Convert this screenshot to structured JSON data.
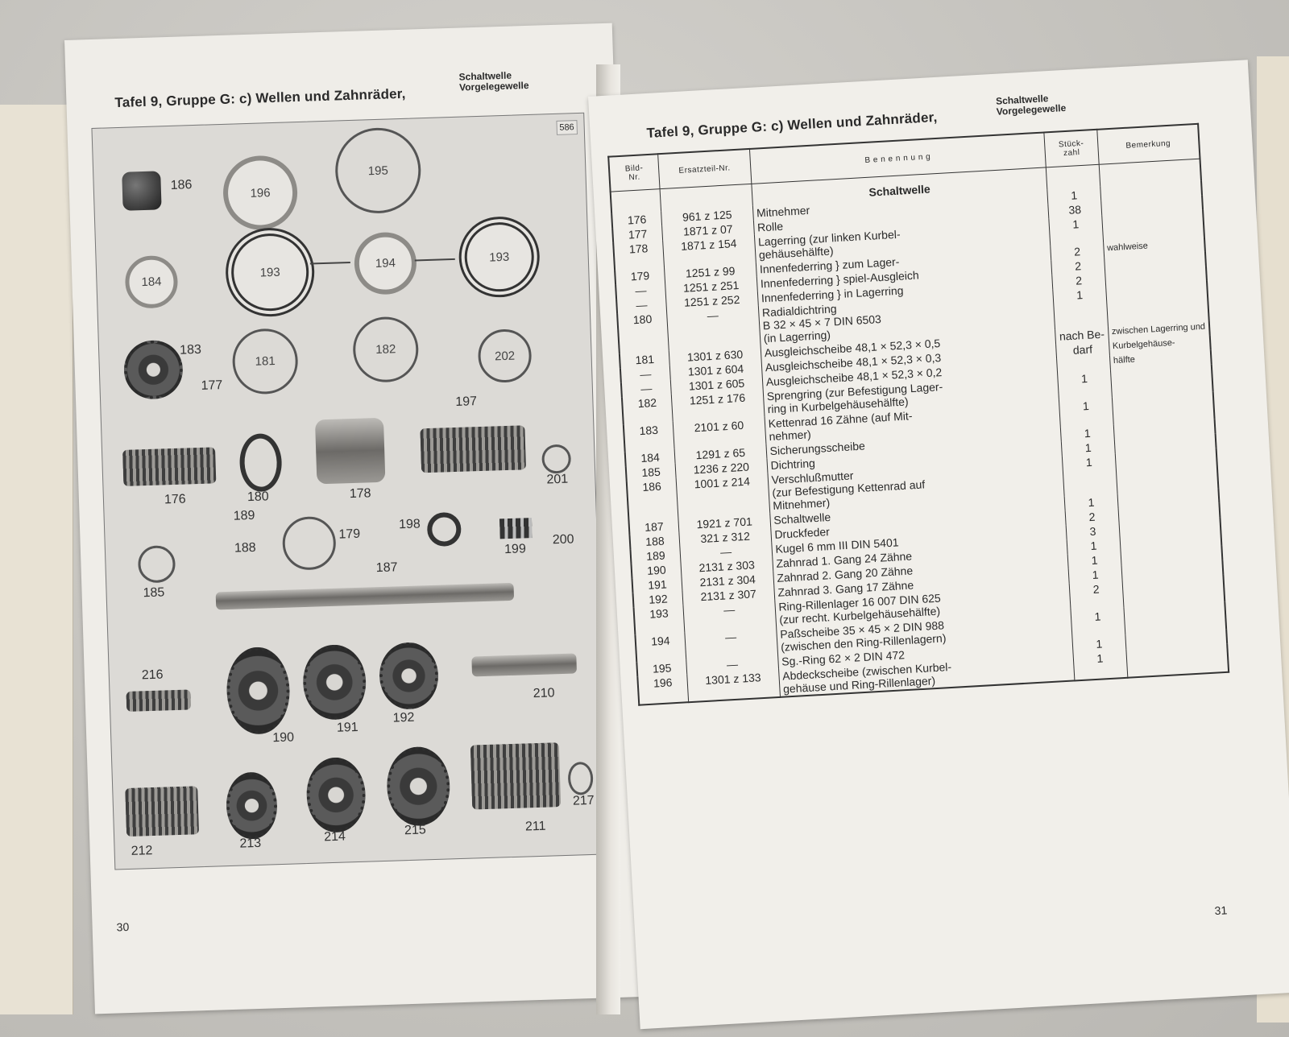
{
  "left_page": {
    "title": "Tafel 9, Gruppe G: c) Wellen und Zahnräder,",
    "subtitle_1": "Schaltwelle",
    "subtitle_2": "Vorgelegewelle",
    "plate_code": "586",
    "page_number": "30",
    "figure_labels": [
      "186",
      "196",
      "195",
      "184",
      "193",
      "194",
      "193",
      "183",
      "177",
      "181",
      "182",
      "202",
      "197",
      "176",
      "180",
      "178",
      "201",
      "189",
      "188",
      "179",
      "198",
      "199",
      "200",
      "185",
      "187",
      "216",
      "190",
      "191",
      "192",
      "210",
      "212",
      "213",
      "214",
      "215",
      "211",
      "217"
    ]
  },
  "right_page": {
    "title": "Tafel 9, Gruppe G: c) Wellen und Zahnräder,",
    "subtitle_1": "Schaltwelle",
    "subtitle_2": "Vorgelegewelle",
    "page_number": "31",
    "headers": {
      "bild": "Bild-\nNr.",
      "ersatzteil": "Ersatzteil-Nr.",
      "benennung": "B e n e n n u n g",
      "stueck": "Stück-\nzahl",
      "bemerkung": "Bemerkung"
    },
    "section_title": "Schaltwelle",
    "rows": [
      {
        "bild": "176",
        "teil": "961 z 125",
        "name": "Mitnehmer",
        "qty": "1",
        "rem": ""
      },
      {
        "bild": "177",
        "teil": "1871 z 07",
        "name": "Rolle",
        "qty": "38",
        "rem": ""
      },
      {
        "bild": "178",
        "teil": "1871 z 154",
        "name": "Lagerring (zur linken Kurbel-\n gehäusehälfte)",
        "qty": "1",
        "rem": ""
      },
      {
        "bild": "179",
        "teil": "1251 z 99",
        "name": "Innenfederring } zum Lager-",
        "qty": "2",
        "rem": "wahlweise"
      },
      {
        "bild": "—",
        "teil": "1251 z 251",
        "name": "Innenfederring } spiel-Ausgleich",
        "qty": "2",
        "rem": ""
      },
      {
        "bild": "—",
        "teil": "1251 z 252",
        "name": "Innenfederring } in Lagerring",
        "qty": "2",
        "rem": ""
      },
      {
        "bild": "180",
        "teil": "—",
        "name": "Radialdichtring\n B 32 × 45 × 7 DIN 6503\n (in Lagerring)",
        "qty": "1",
        "rem": ""
      },
      {
        "bild": "181",
        "teil": "1301 z 630",
        "name": "Ausgleichscheibe 48,1 × 52,3 × 0,5",
        "qty": "nach Be-",
        "rem": "zwischen Lagerring und"
      },
      {
        "bild": "—",
        "teil": "1301 z 604",
        "name": "Ausgleichscheibe 48,1 × 52,3 × 0,3",
        "qty": "darf",
        "rem": "Kurbelgehäuse-"
      },
      {
        "bild": "—",
        "teil": "1301 z 605",
        "name": "Ausgleichscheibe 48,1 × 52,3 × 0,2",
        "qty": "",
        "rem": "hälfte"
      },
      {
        "bild": "182",
        "teil": "1251 z 176",
        "name": "Sprengring (zur Befestigung Lager-\n ring in Kurbelgehäusehälfte)",
        "qty": "1",
        "rem": ""
      },
      {
        "bild": "183",
        "teil": "2101 z 60",
        "name": "Kettenrad 16 Zähne (auf Mit-\n nehmer)",
        "qty": "1",
        "rem": ""
      },
      {
        "bild": "184",
        "teil": "1291 z 65",
        "name": "Sicherungsscheibe",
        "qty": "1",
        "rem": ""
      },
      {
        "bild": "185",
        "teil": "1236 z 220",
        "name": "Dichtring",
        "qty": "1",
        "rem": ""
      },
      {
        "bild": "186",
        "teil": "1001 z 214",
        "name": "Verschlußmutter\n (zur Befestigung Kettenrad auf\n Mitnehmer)",
        "qty": "1",
        "rem": ""
      },
      {
        "bild": "187",
        "teil": "1921 z 701",
        "name": "Schaltwelle",
        "qty": "1",
        "rem": ""
      },
      {
        "bild": "188",
        "teil": "321 z 312",
        "name": "Druckfeder",
        "qty": "2",
        "rem": ""
      },
      {
        "bild": "189",
        "teil": "—",
        "name": "Kugel 6 mm III DIN 5401",
        "qty": "3",
        "rem": ""
      },
      {
        "bild": "190",
        "teil": "2131 z 303",
        "name": "Zahnrad 1. Gang 24 Zähne",
        "qty": "1",
        "rem": ""
      },
      {
        "bild": "191",
        "teil": "2131 z 304",
        "name": "Zahnrad 2. Gang 20 Zähne",
        "qty": "1",
        "rem": ""
      },
      {
        "bild": "192",
        "teil": "2131 z 307",
        "name": "Zahnrad 3. Gang 17 Zähne",
        "qty": "1",
        "rem": ""
      },
      {
        "bild": "193",
        "teil": "—",
        "name": "Ring-Rillenlager 16 007 DIN 625\n (zur recht. Kurbelgehäusehälfte)",
        "qty": "2",
        "rem": ""
      },
      {
        "bild": "194",
        "teil": "—",
        "name": "Paßscheibe 35 × 45 × 2 DIN 988\n (zwischen den Ring-Rillenlagern)",
        "qty": "1",
        "rem": ""
      },
      {
        "bild": "195",
        "teil": "—",
        "name": "Sg.-Ring 62 × 2 DIN 472",
        "qty": "1",
        "rem": ""
      },
      {
        "bild": "196",
        "teil": "1301 z 133",
        "name": "Abdeckscheibe (zwischen Kurbel-\n gehäuse und Ring-Rillenlager)",
        "qty": "1",
        "rem": ""
      }
    ]
  }
}
